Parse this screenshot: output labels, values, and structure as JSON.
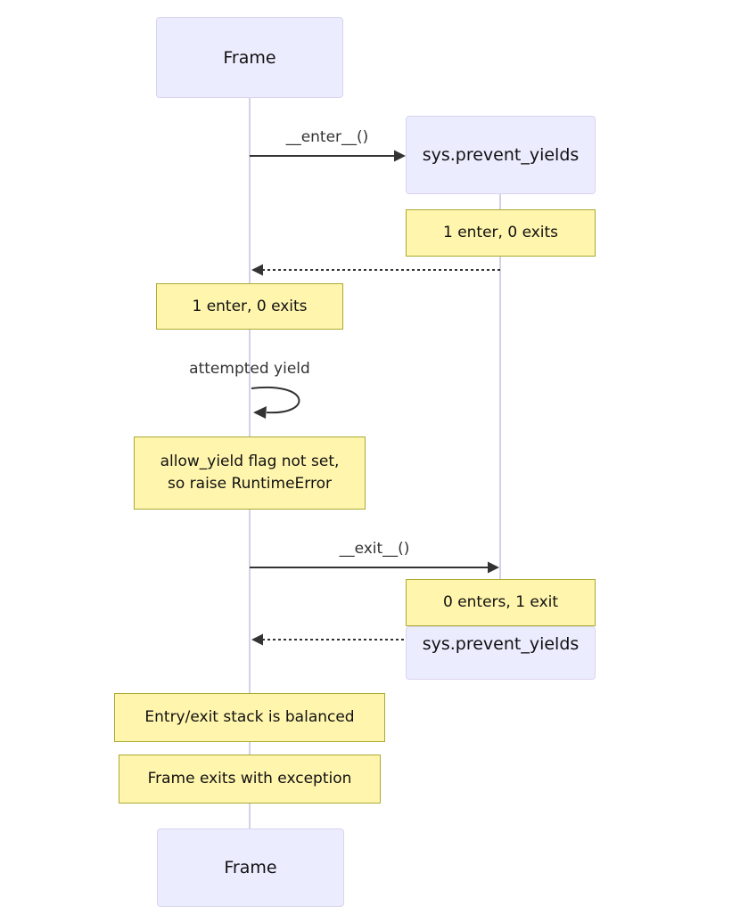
{
  "diagram": {
    "kind": "sequence-diagram",
    "actors": {
      "frame": "Frame",
      "sys": "sys.prevent_yields"
    },
    "messages": {
      "enter": "__enter__()",
      "self_loop": "attempted yield",
      "exit": "__exit__()"
    },
    "notes": {
      "sys_enter": "1 enter, 0 exits",
      "frame_enter": "1 enter, 0 exits",
      "allow_yield_line1": "allow_yield flag not set,",
      "allow_yield_line2": "so raise RuntimeError",
      "sys_exit": "0 enters, 1 exit",
      "stack_balanced": "Entry/exit stack is balanced",
      "frame_exception": "Frame exits with exception"
    },
    "colors": {
      "actor_fill": "#ECECFF",
      "actor_border": "#D9D3EE",
      "note_fill": "#FFF5AD",
      "note_border": "#AAAA33",
      "lifeline": "#D5D0E8",
      "arrow": "#333333"
    }
  }
}
